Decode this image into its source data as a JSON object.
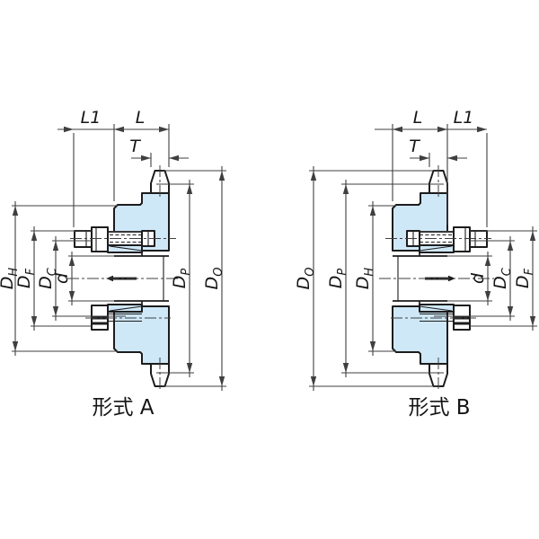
{
  "drawings": {
    "type_a": {
      "caption": "形式 A"
    },
    "type_b": {
      "caption": "形式 B"
    }
  },
  "dim_labels": {
    "l1": "L1",
    "l": "L",
    "t": "T",
    "d_h": {
      "base": "D",
      "sub": "H"
    },
    "d_f": {
      "base": "D",
      "sub": "F"
    },
    "d_c": {
      "base": "D",
      "sub": "C"
    },
    "d_bore": {
      "base": "d",
      "sub": ""
    },
    "d_p": {
      "base": "D",
      "sub": "P"
    },
    "d_o": {
      "base": "D",
      "sub": "O"
    }
  },
  "colors": {
    "body_fill": "#cfe8f7",
    "outline": "#1c1c1e",
    "dim_line": "#3f3f41",
    "background": "#ffffff"
  }
}
